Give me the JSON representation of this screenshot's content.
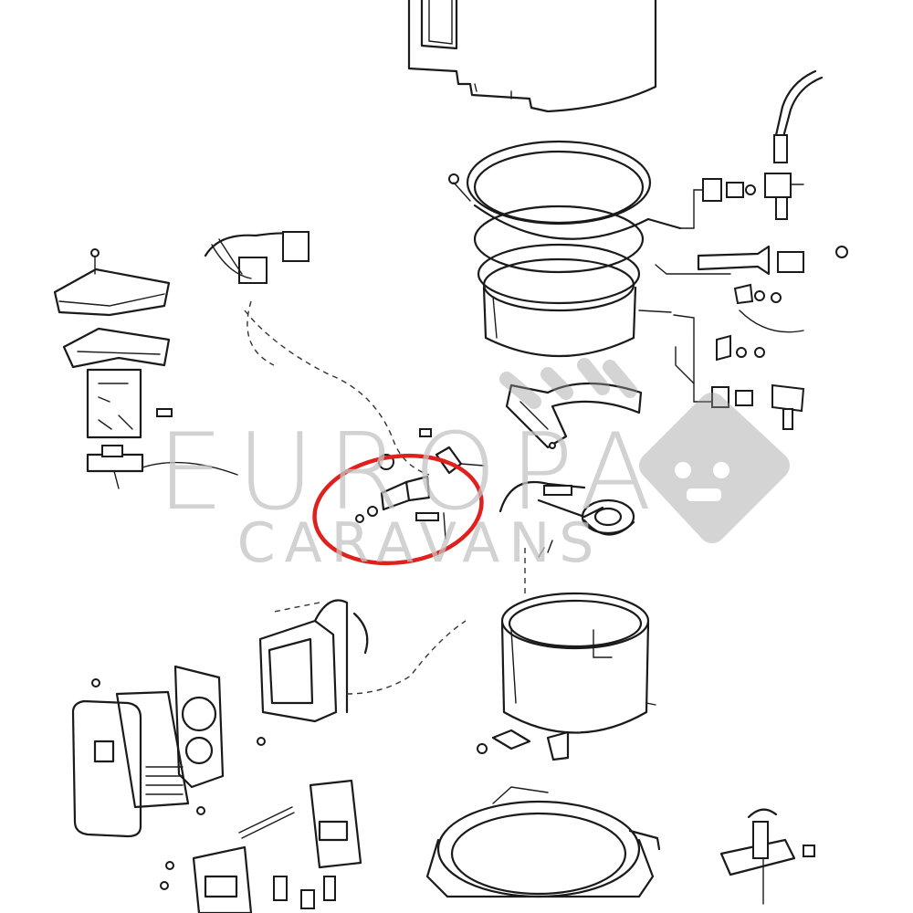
{
  "watermark": {
    "brand_line_1": "EUROPA",
    "brand_line_2": "CARAVANS",
    "color": "#c4c4c4"
  },
  "highlight": {
    "shape": "ellipse",
    "color": "#e0201c",
    "target": "thermocouple-bracket-assembly"
  },
  "line_color": "#1a1a1a"
}
